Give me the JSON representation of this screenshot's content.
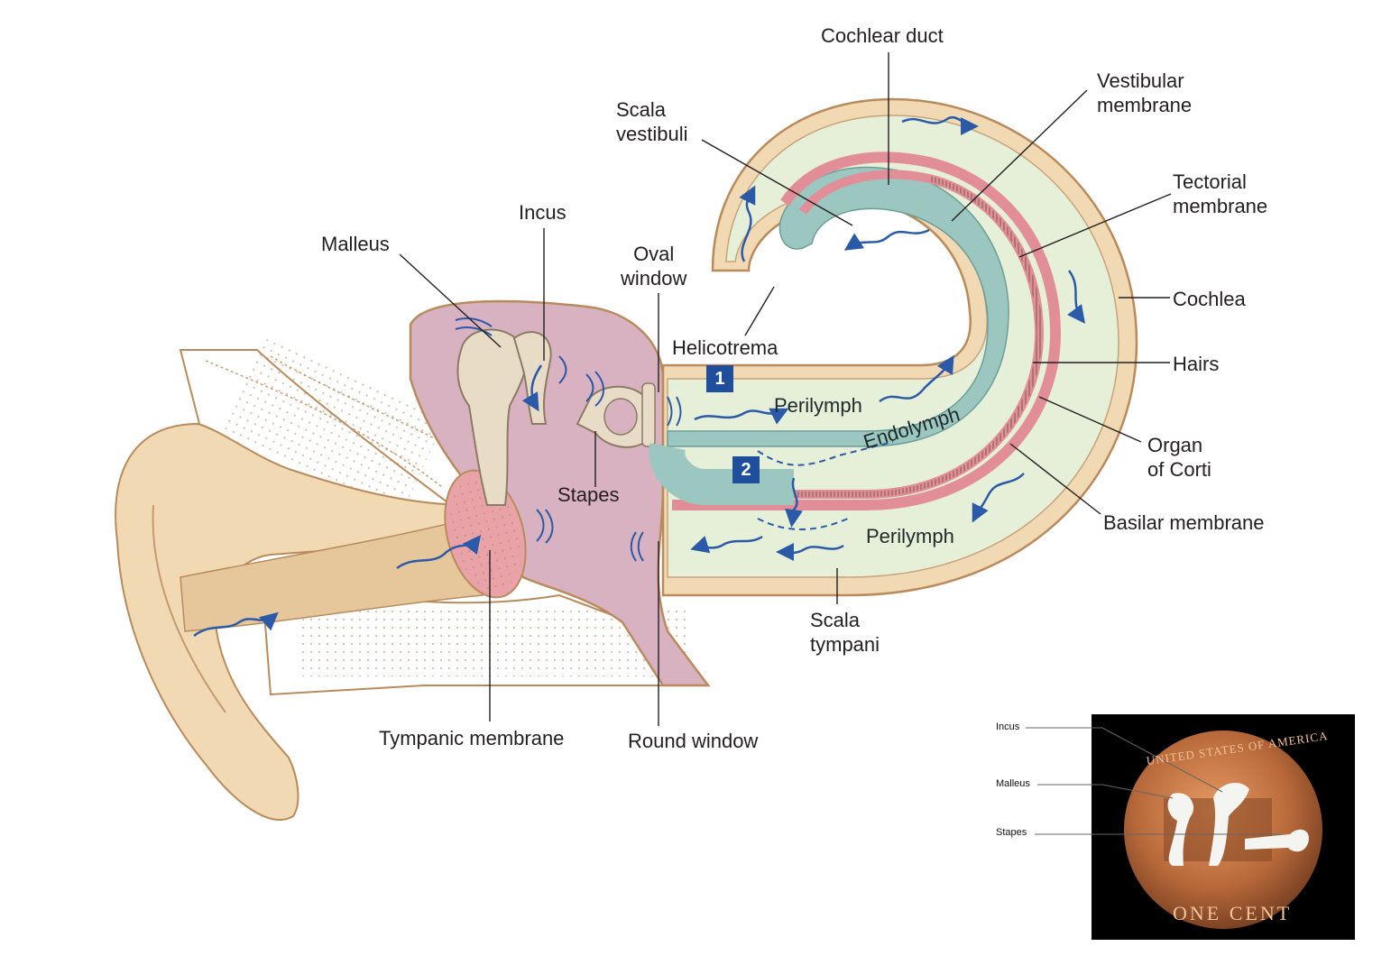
{
  "labels": {
    "cochlear_duct": "Cochlear duct",
    "vestibular_membrane": "Vestibular\nmembrane",
    "scala_vestibuli": "Scala\nvestibuli",
    "tectorial_membrane": "Tectorial\nmembrane",
    "incus": "Incus",
    "malleus": "Malleus",
    "oval_window": "Oval\nwindow",
    "cochlea": "Cochlea",
    "helicotrema": "Helicotrema",
    "hairs": "Hairs",
    "organ_of_corti": "Organ\nof Corti",
    "stapes": "Stapes",
    "basilar_membrane": "Basilar membrane",
    "scala_tympani": "Scala\ntympani",
    "tympanic_membrane": "Tympanic membrane",
    "round_window": "Round window"
  },
  "regions": {
    "perilymph_upper": "Perilymph",
    "perilymph_lower": "Perilymph",
    "endolymph": "Endolymph"
  },
  "steps": {
    "one": "1",
    "two": "2"
  },
  "inset": {
    "incus": "Incus",
    "malleus": "Malleus",
    "stapes": "Stapes",
    "coin_top": "UNITED STATES OF AMERICA",
    "coin_bottom": "ONE CENT"
  },
  "colors": {
    "skin": "#f1d9b3",
    "skin_edge": "#b98b5c",
    "middle_ear": "#d8b2c0",
    "tympanic": "#e9a2a7",
    "perilymph": "#e6efd8",
    "endolymph": "#9cc6c0",
    "membrane": "#e28e98",
    "wave": "#2a5aa8",
    "step_badge": "#1f4f9c",
    "inset_bg": "#000000",
    "coin": "#b8693a"
  }
}
